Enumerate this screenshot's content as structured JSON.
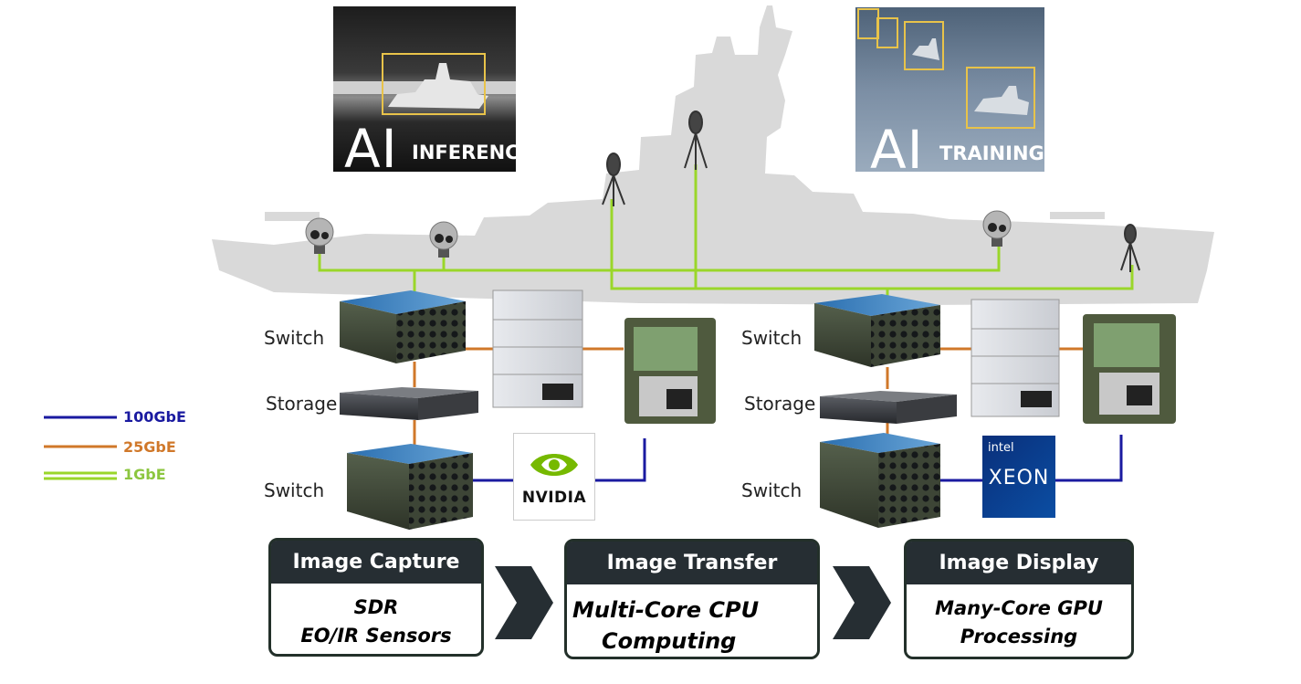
{
  "ai_inference": {
    "big": "AI",
    "small": "INFERENCE"
  },
  "ai_training": {
    "big": "AI",
    "small": "TRAINING"
  },
  "left_cluster": {
    "switch_top": "Switch",
    "storage": "Storage",
    "switch_bottom": "Switch"
  },
  "right_cluster": {
    "switch_top": "Switch",
    "storage": "Storage",
    "switch_bottom": "Switch"
  },
  "legend": [
    {
      "label": "100GbE",
      "color": "#1a1aa0"
    },
    {
      "label": "25GbE",
      "color": "#d0782a"
    },
    {
      "label": "1GbE",
      "color": "#9ad62a"
    }
  ],
  "logos": {
    "nvidia": "NVIDIA",
    "intel": "intel",
    "xeon": "XEON"
  },
  "stages": [
    {
      "title": "Image Capture",
      "line1": "SDR",
      "line2": "EO/IR Sensors"
    },
    {
      "title": "Image Transfer",
      "line1": "Multi-Core CPU",
      "line2": "Computing"
    },
    {
      "title": "Image Display",
      "line1": "Many-Core GPU",
      "line2": "Processing"
    }
  ]
}
